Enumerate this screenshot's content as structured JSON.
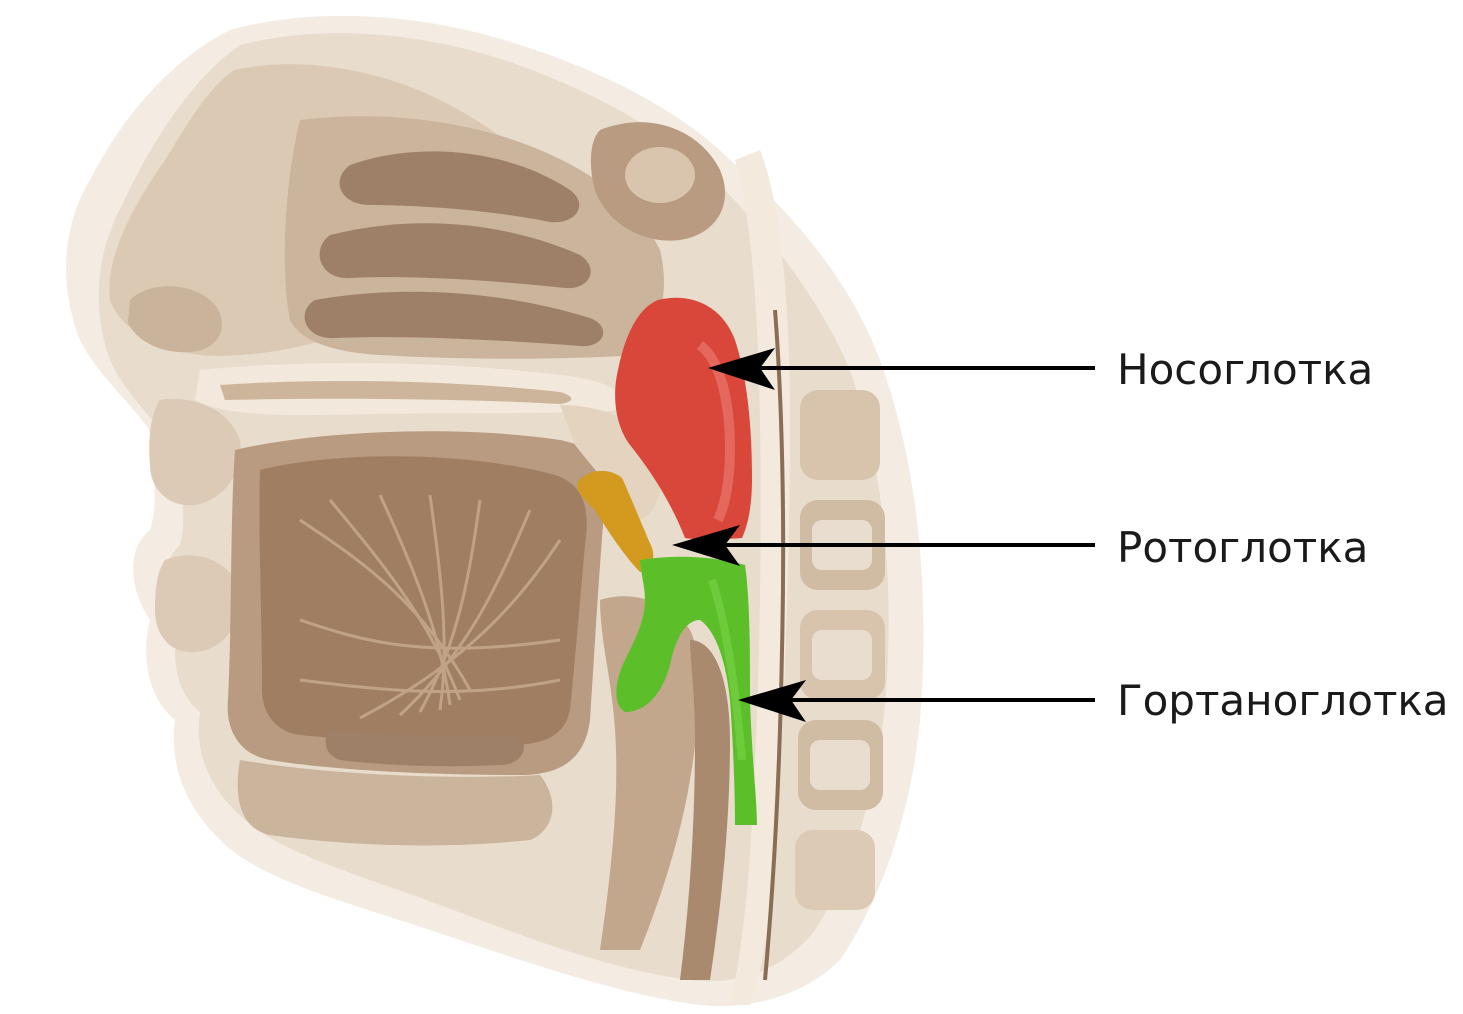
{
  "labels": {
    "nasopharynx": "Носоглотка",
    "oropharynx": "Ротоглотка",
    "laryngopharynx": "Гортаноглотка"
  },
  "colors": {
    "background": "#ffffff",
    "skin_light": "#efe4d7",
    "tissue_mid": "#d6c2ac",
    "tissue_dark": "#9e8068",
    "tongue_muscle": "#a07e62",
    "nasopharynx_red": "#d9463a",
    "oropharynx_orange": "#d49a20",
    "laryngopharynx_green": "#5cbf2a",
    "arrow": "#000000"
  },
  "icons": {
    "arrow_style": "black-filled-arrowhead"
  }
}
